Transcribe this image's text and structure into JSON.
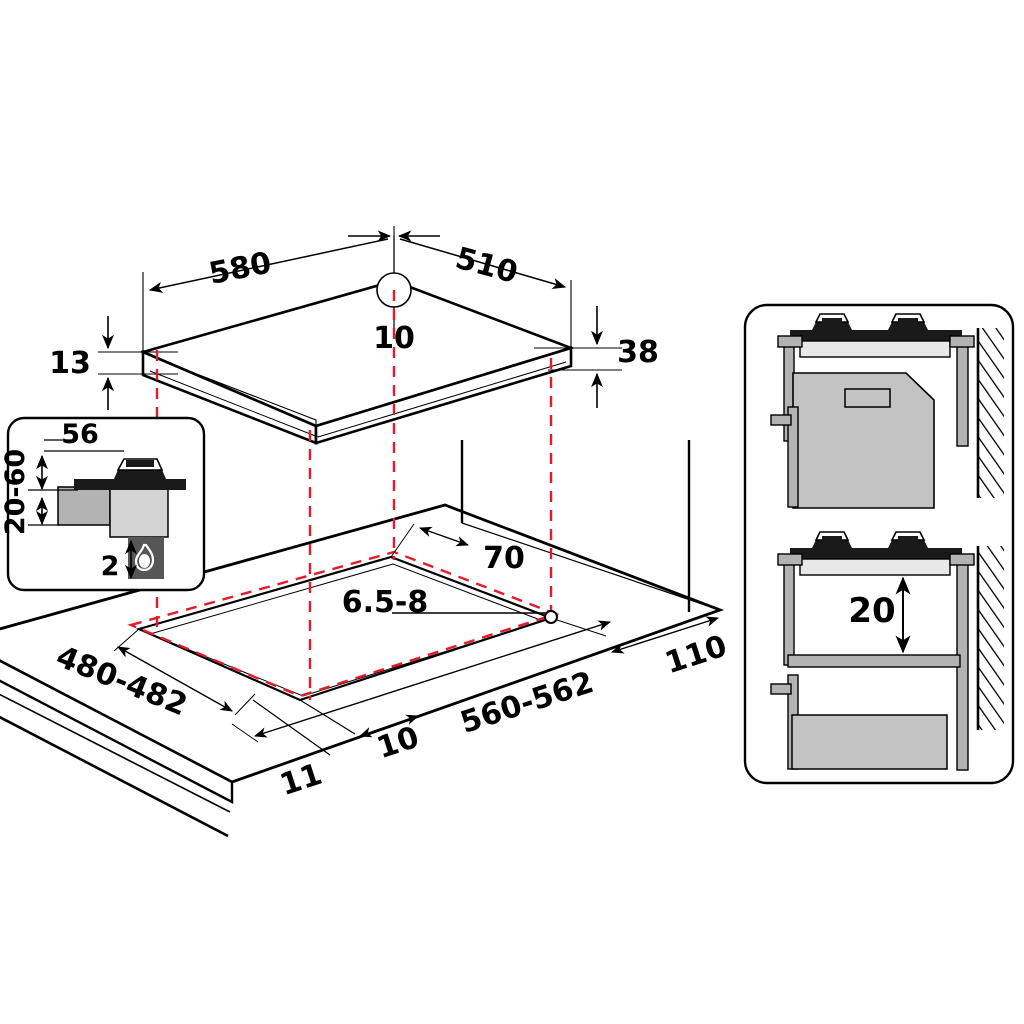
{
  "drawing": {
    "title": "Gas hob installation dimension drawing",
    "units": "mm",
    "line_color": "#000000",
    "projection_color": "#e8192c",
    "fill_light": "#d4d4d4",
    "fill_mid": "#b3b3b3",
    "fill_dark": "#565656",
    "fill_black": "#1a1a1a",
    "fill_pale": "#e8e8e8"
  },
  "hob_view": {
    "name": "appliance-isometric-view",
    "dims": {
      "width_front": "580",
      "width_side": "510",
      "corner_offset": "10",
      "edge_left": "13",
      "edge_right": "38"
    }
  },
  "worktop_view": {
    "name": "worktop-cutout-isometric-view",
    "dims": {
      "cutout_depth": "480-482",
      "cutout_width": "560-562",
      "worktop_thickness": "6.5-8",
      "rear_clearance": "70",
      "side_clearance": "110",
      "front_offset": "10",
      "front_edge": "11"
    }
  },
  "detail_inset": {
    "name": "edge-section-detail",
    "dims": {
      "flange_width": "56",
      "worktop_range": "20-60",
      "gas_pipe": "2"
    },
    "icons": {
      "gas": "flame-icon"
    }
  },
  "side_panels": {
    "upper": {
      "name": "hob-over-oven-section",
      "label": ""
    },
    "lower": {
      "name": "hob-over-cabinet-section",
      "label": "20"
    }
  }
}
